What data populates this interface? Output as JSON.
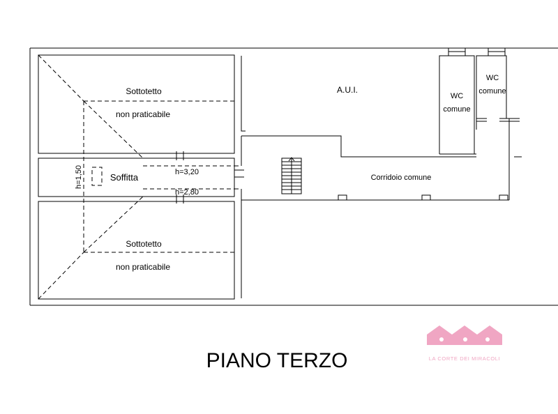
{
  "plan": {
    "rooms": {
      "upper_attic": {
        "line1": "Sottotetto",
        "line2": "non praticabile"
      },
      "lower_attic": {
        "line1": "Sottotetto",
        "line2": "non praticabile"
      },
      "loft": "Soffitta",
      "aui": "A.U.I.",
      "wc_left": {
        "line1": "WC",
        "line2": "comune"
      },
      "wc_right": {
        "line1": "WC",
        "line2": "comune"
      },
      "corridor": "Corridoio comune"
    },
    "heights": {
      "loft_side": "h=1,50",
      "upper": "h=3,20",
      "lower": "h=2,80"
    },
    "floor_title": "PIANO TERZO"
  },
  "logo": {
    "text": "LA CORTE DEI MIRACOLI",
    "color": "#f0a6c3"
  },
  "colors": {
    "line": "#000000",
    "background": "#ffffff"
  }
}
